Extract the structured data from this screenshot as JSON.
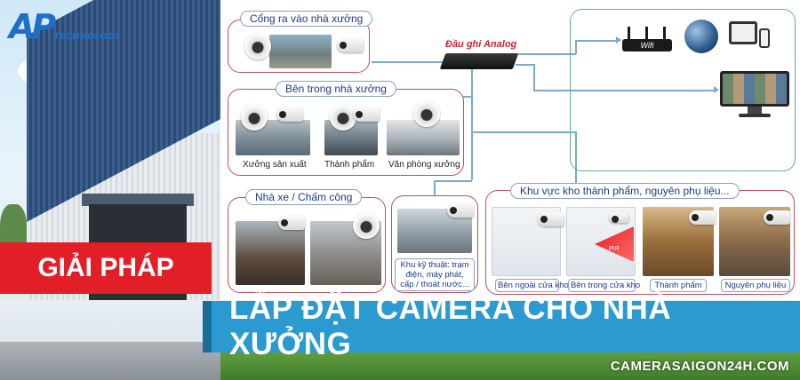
{
  "logo": {
    "mark": "AP",
    "text": "TECHNOLOGY"
  },
  "banner": {
    "solution": "GIẢI PHÁP",
    "title": "LẮP ĐẶT CAMERA CHO NHÀ XƯỞNG",
    "website": "CAMERASAIGON24H.COM"
  },
  "diagram": {
    "dvr_label": "Đầu ghi Analog",
    "router_label": "Wifi",
    "groups": {
      "gate": {
        "title": "Cổng ra vào nhà xưởng"
      },
      "inside": {
        "title": "Bên trong nhà xưởng",
        "captions": [
          "Xưởng sản xuất",
          "Thành phẩm",
          "Văn phòng xưởng"
        ]
      },
      "parking": {
        "title": "Nhà xe / Chấm công"
      },
      "technical": {
        "caption_line1": "Khu kỹ thuật: trạm",
        "caption_line2": "điện, máy phát,",
        "caption_line3": "cấp / thoát nước..."
      },
      "warehouse": {
        "title": "Khu vực kho thành phẩm, nguyên phụ liệu...",
        "captions": [
          "Bên ngoài cửa kho",
          "Bên trong cửa kho",
          "Thành phẩm",
          "Nguyên phụ liệu"
        ],
        "pir_label": "PIR"
      }
    }
  },
  "colors": {
    "accent_red": "#e21e26",
    "title_blue": "#2b9ad0",
    "group_border": "#c94a5a",
    "network_border": "#5eb58a"
  }
}
